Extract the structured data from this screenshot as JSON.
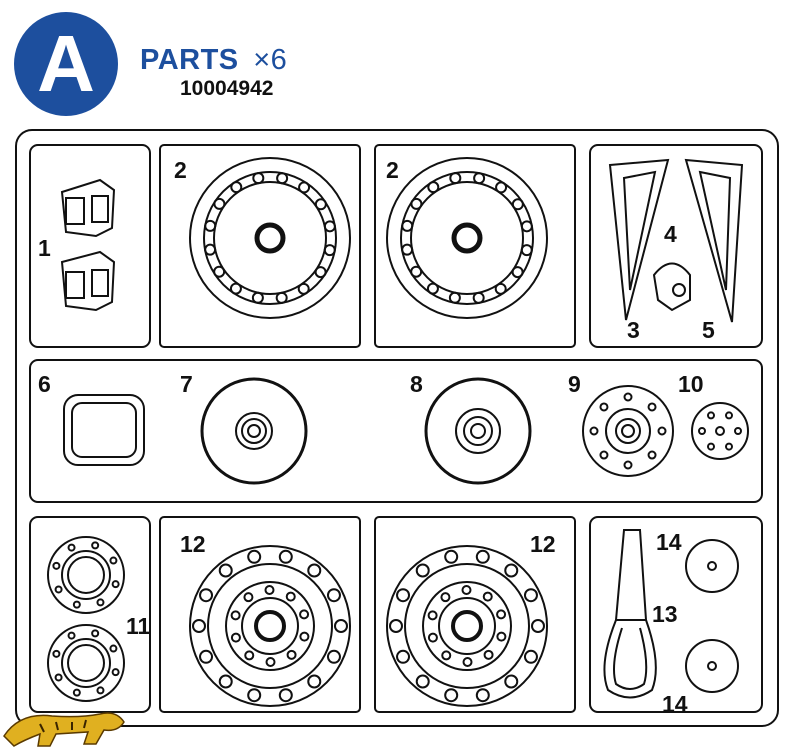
{
  "header": {
    "letter": "A",
    "title": "PARTS",
    "multiplier": "×6",
    "part_number": "10004942"
  },
  "parts": [
    {
      "id": "1",
      "label": "1"
    },
    {
      "id": "2a",
      "label": "2"
    },
    {
      "id": "2b",
      "label": "2"
    },
    {
      "id": "3",
      "label": "3"
    },
    {
      "id": "4",
      "label": "4"
    },
    {
      "id": "5",
      "label": "5"
    },
    {
      "id": "6",
      "label": "6"
    },
    {
      "id": "7",
      "label": "7"
    },
    {
      "id": "8",
      "label": "8"
    },
    {
      "id": "9",
      "label": "9"
    },
    {
      "id": "10",
      "label": "10"
    },
    {
      "id": "11",
      "label": "11"
    },
    {
      "id": "12a",
      "label": "12"
    },
    {
      "id": "12b",
      "label": "12"
    },
    {
      "id": "13",
      "label": "13"
    },
    {
      "id": "14a",
      "label": "14"
    },
    {
      "id": "14b",
      "label": "14"
    }
  ],
  "colors": {
    "accent": "#1d4f9e",
    "line": "#111111",
    "logo": "#e0b020"
  },
  "logo_icon": "tiger-logo-icon"
}
